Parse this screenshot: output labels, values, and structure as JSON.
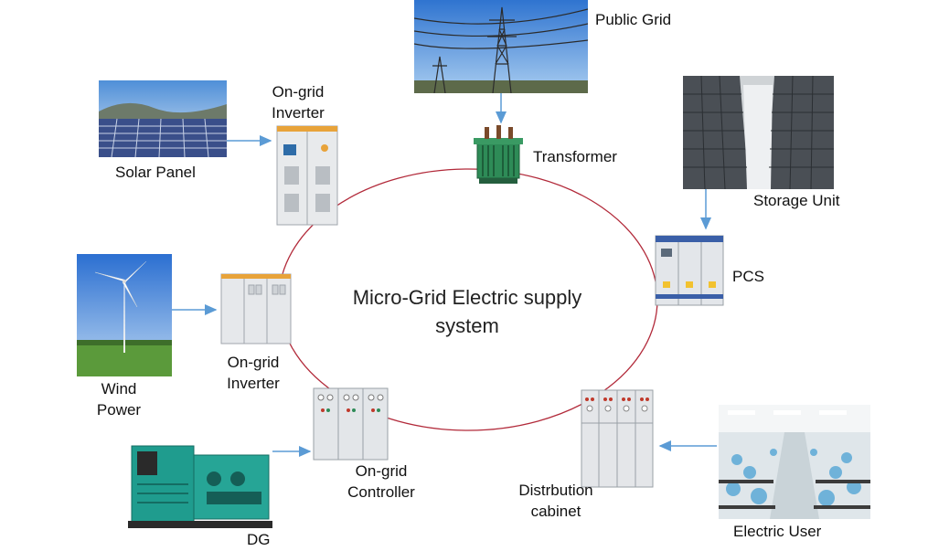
{
  "title": "Micro-Grid Electric supply system",
  "labels": {
    "public_grid": "Public Grid",
    "transformer": "Transformer",
    "storage_unit": "Storage Unit",
    "pcs": "PCS",
    "electric_user": "Electric User",
    "distribution_line1": "Distrbution",
    "distribution_line2": "cabinet",
    "dg": "DG",
    "controller_line1": "On-grid",
    "controller_line2": "Controller",
    "wind_line1": "Wind",
    "wind_line2": "Power",
    "inverter2_line1": "On-grid",
    "inverter2_line2": "Inverter",
    "solar_panel": "Solar Panel",
    "inverter1_line1": "On-grid",
    "inverter1_line2": "Inverter"
  },
  "colors": {
    "ring": "#b22a3a",
    "arrow": "#5b9bd5",
    "cabinet": "#d9dde2",
    "generator": "#1f9c8e"
  }
}
